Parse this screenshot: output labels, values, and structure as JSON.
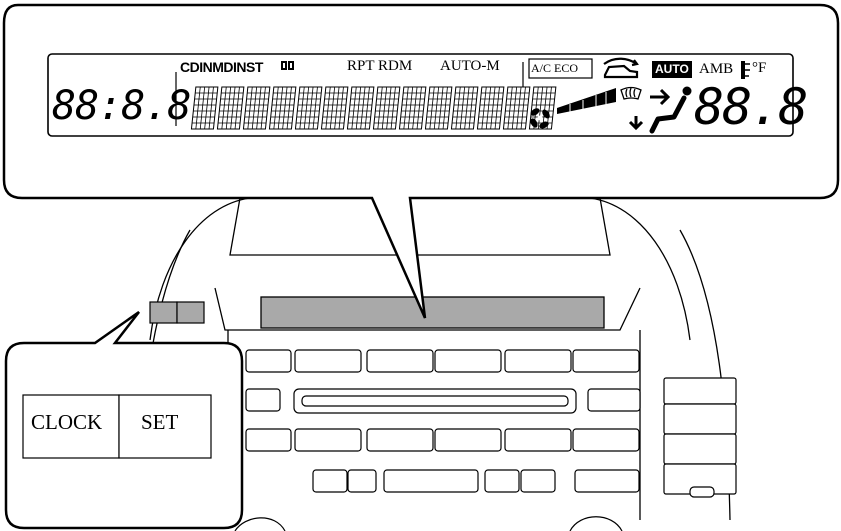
{
  "display": {
    "clock_digits": "88:8.8",
    "source_indicators": "CDINMDINST",
    "mode_indicators": "RPT RDM",
    "auto_m": "AUTO-M",
    "ac_eco": "A/C ECO",
    "auto_badge": "AUTO",
    "amb_label": "AMB",
    "unit_label": "°F",
    "temperature_digits": "88.8"
  },
  "buttons_callout": {
    "clock_label": "CLOCK",
    "set_label": "SET"
  },
  "icons": {
    "fan": "fan-icon",
    "recirculation": "car-recirculation-icon",
    "defrost": "windshield-defrost-icon",
    "airflow": "seated-person-airflow-icon",
    "fan_speed": "fan-speed-bar-icon",
    "thermometer": "thermometer-icon",
    "cd_in": "cd-inserted-icon"
  },
  "colors": {
    "line": "#000000",
    "panel_fill": "#ffffff",
    "highlight": "#a9a9a9"
  }
}
